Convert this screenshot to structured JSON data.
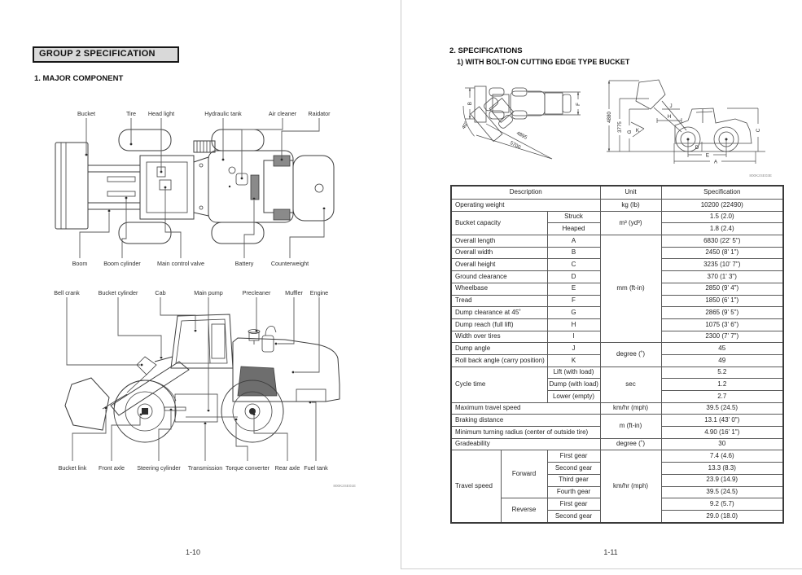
{
  "document": {
    "left_page": {
      "group_header": "GROUP 2 SPECIFICATION",
      "section_title": "1. MAJOR COMPONENT",
      "fig_top_view": {
        "top_labels": [
          "Bucket",
          "Tire",
          "Head light",
          "Hydraulic tank",
          "Air cleaner",
          "Raidator"
        ],
        "bottom_labels": [
          "Boom",
          "Boom cylinder",
          "Main control valve",
          "Battery",
          "Counterweight"
        ]
      },
      "fig_side_view": {
        "top_labels": [
          "Bell crank",
          "Bucket cylinder",
          "Cab",
          "Main pump",
          "Precleaner",
          "Muffler",
          "Engine"
        ],
        "bottom_labels": [
          "Bucket link",
          "Front axle",
          "Steering cylinder",
          "Transmission",
          "Torque converter",
          "Rear axle",
          "Fuel tank"
        ],
        "figure_code": "800K2SE01E"
      },
      "page_number": "1-10"
    },
    "right_page": {
      "section_title": "2. SPECIFICATIONS",
      "subsection_title": "1) WITH BOLT-ON CUTTING EDGE TYPE BUCKET",
      "fig_dimensions": {
        "labels": {
          "b": "B",
          "f": "F",
          "deg": "40˚",
          "r1": "4895",
          "r2": "5700",
          "h1": "4880",
          "h2": "3775",
          "g": "G",
          "h": "H",
          "j": "J",
          "k": "K",
          "c": "C",
          "d": "D",
          "e": "E",
          "a": "A"
        },
        "figure_code": "800K2SE03E"
      },
      "table": {
        "header": [
          {
            "t": "Description",
            "cs": 3
          },
          {
            "t": "Unit"
          },
          {
            "t": "Specification"
          }
        ],
        "rows": [
          {
            "g": 1,
            "c": [
              {
                "t": "Operating weight",
                "cs": 3,
                "l": 1
              },
              {
                "t": "kg (lb)"
              },
              {
                "t": "10200 (22490)"
              }
            ]
          },
          {
            "g": 1,
            "c": [
              {
                "t": "Bucket capacity",
                "cs": 2,
                "rs": 2,
                "l": 1
              },
              {
                "t": "Struck"
              },
              {
                "t": "m³ (yd³)",
                "rs": 2
              },
              {
                "t": "1.5 (2.0)"
              }
            ]
          },
          {
            "c": [
              {
                "t": "Heaped"
              },
              {
                "t": "1.8 (2.4)"
              }
            ]
          },
          {
            "g": 1,
            "c": [
              {
                "t": "Overall length",
                "cs": 2,
                "l": 1
              },
              {
                "t": "A"
              },
              {
                "t": "mm (ft-in)",
                "rs": 9
              },
              {
                "t": "6830 (22' 5\")"
              }
            ]
          },
          {
            "c": [
              {
                "t": "Overall width",
                "cs": 2,
                "l": 1
              },
              {
                "t": "B"
              },
              {
                "t": "2450 (8' 1\")"
              }
            ]
          },
          {
            "c": [
              {
                "t": "Overall height",
                "cs": 2,
                "l": 1
              },
              {
                "t": "C"
              },
              {
                "t": "3235 (10' 7\")"
              }
            ]
          },
          {
            "c": [
              {
                "t": "Ground clearance",
                "cs": 2,
                "l": 1
              },
              {
                "t": "D"
              },
              {
                "t": "370 (1' 3\")"
              }
            ]
          },
          {
            "c": [
              {
                "t": "Wheelbase",
                "cs": 2,
                "l": 1
              },
              {
                "t": "E"
              },
              {
                "t": "2850 (9' 4\")"
              }
            ]
          },
          {
            "c": [
              {
                "t": "Tread",
                "cs": 2,
                "l": 1
              },
              {
                "t": "F"
              },
              {
                "t": "1850 (6' 1\")"
              }
            ]
          },
          {
            "c": [
              {
                "t": "Dump clearance at 45˚",
                "cs": 2,
                "l": 1
              },
              {
                "t": "G"
              },
              {
                "t": "2865 (9' 5\")"
              }
            ]
          },
          {
            "c": [
              {
                "t": "Dump reach (full lift)",
                "cs": 2,
                "l": 1
              },
              {
                "t": "H"
              },
              {
                "t": "1075 (3' 6\")"
              }
            ]
          },
          {
            "c": [
              {
                "t": "Width over tires",
                "cs": 2,
                "l": 1
              },
              {
                "t": "I"
              },
              {
                "t": "2300 (7' 7\")"
              }
            ]
          },
          {
            "g": 1,
            "c": [
              {
                "t": "Dump angle",
                "cs": 2,
                "l": 1
              },
              {
                "t": "J"
              },
              {
                "t": "degree (˚)",
                "rs": 2
              },
              {
                "t": "45"
              }
            ]
          },
          {
            "c": [
              {
                "t": "Roll back angle (carry position)",
                "cs": 2,
                "l": 1
              },
              {
                "t": "K"
              },
              {
                "t": "49"
              }
            ]
          },
          {
            "g": 1,
            "c": [
              {
                "t": "Cycle time",
                "cs": 2,
                "rs": 3,
                "l": 1
              },
              {
                "t": "Lift (with load)"
              },
              {
                "t": "sec",
                "rs": 3
              },
              {
                "t": "5.2"
              }
            ]
          },
          {
            "c": [
              {
                "t": "Dump (with load)"
              },
              {
                "t": "1.2"
              }
            ]
          },
          {
            "c": [
              {
                "t": "Lower (empty)"
              },
              {
                "t": "2.7"
              }
            ]
          },
          {
            "g": 1,
            "c": [
              {
                "t": "Maximum travel speed",
                "cs": 3,
                "l": 1
              },
              {
                "t": "km/hr (mph)"
              },
              {
                "t": "39.5 (24.5)"
              }
            ]
          },
          {
            "g": 1,
            "c": [
              {
                "t": "Braking distance",
                "cs": 3,
                "l": 1
              },
              {
                "t": "m (ft-in)",
                "rs": 2
              },
              {
                "t": "13.1 (43' 0\")"
              }
            ]
          },
          {
            "c": [
              {
                "t": "Minimum turning radius (center of outside tire)",
                "cs": 3,
                "l": 1
              },
              {
                "t": "4.90 (16' 1\")"
              }
            ]
          },
          {
            "g": 1,
            "c": [
              {
                "t": "Gradeability",
                "cs": 3,
                "l": 1
              },
              {
                "t": "degree (˚)"
              },
              {
                "t": "30"
              }
            ]
          },
          {
            "g": 1,
            "c": [
              {
                "t": "Travel speed",
                "rs": 6,
                "l": 1
              },
              {
                "t": "Forward",
                "rs": 4
              },
              {
                "t": "First gear"
              },
              {
                "t": "km/hr (mph)",
                "rs": 6
              },
              {
                "t": "7.4 (4.6)"
              }
            ]
          },
          {
            "c": [
              {
                "t": "Second gear"
              },
              {
                "t": "13.3 (8.3)"
              }
            ]
          },
          {
            "c": [
              {
                "t": "Third gear"
              },
              {
                "t": "23.9 (14.9)"
              }
            ]
          },
          {
            "c": [
              {
                "t": "Fourth gear"
              },
              {
                "t": "39.5 (24.5)"
              }
            ]
          },
          {
            "c": [
              {
                "t": "Reverse",
                "rs": 2
              },
              {
                "t": "First gear"
              },
              {
                "t": "9.2 (5.7)"
              }
            ]
          },
          {
            "c": [
              {
                "t": "Second gear"
              },
              {
                "t": "29.0 (18.0)"
              }
            ]
          }
        ]
      },
      "page_number": "1-11"
    }
  }
}
